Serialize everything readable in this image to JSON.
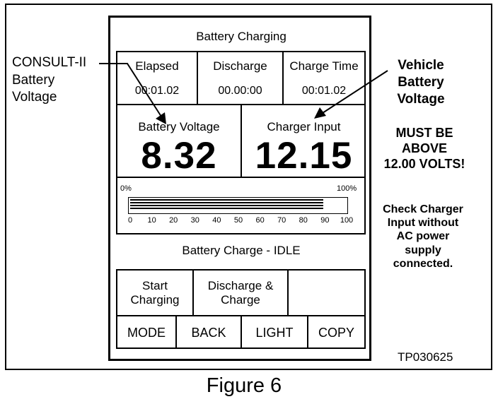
{
  "screen": {
    "title": "Battery Charging",
    "times": [
      {
        "label": "Elapsed",
        "value": "00:01.02"
      },
      {
        "label": "Discharge",
        "value": "00.00:00"
      },
      {
        "label": "Charge Time",
        "value": "00:01.02"
      }
    ],
    "battery_voltage_label": "Battery Voltage",
    "battery_voltage_value": "8.32",
    "charger_input_label": "Charger Input",
    "charger_input_value": "12.15",
    "bar": {
      "min_label": "0%",
      "max_label": "100%",
      "progress_percent": 89,
      "ticks": [
        "0",
        "10",
        "20",
        "30",
        "40",
        "50",
        "60",
        "70",
        "80",
        "90",
        "100"
      ]
    },
    "status": "Battery Charge - IDLE",
    "buttons_row1": [
      "Start\nCharging",
      "Discharge &\nCharge",
      ""
    ],
    "buttons_row2": [
      "MODE",
      "BACK",
      "LIGHT",
      "COPY"
    ]
  },
  "annotations": {
    "left_callout": [
      "CONSULT-II",
      "Battery",
      "Voltage"
    ],
    "right_callout": [
      "Vehicle",
      "Battery",
      "Voltage"
    ],
    "must_be": [
      "MUST BE",
      "ABOVE",
      "12.00 VOLTS!"
    ],
    "check_charger": [
      "Check Charger",
      "Input without",
      "AC power",
      "supply",
      "connected."
    ],
    "figure_code": "TP030625",
    "caption": "Figure 6"
  }
}
